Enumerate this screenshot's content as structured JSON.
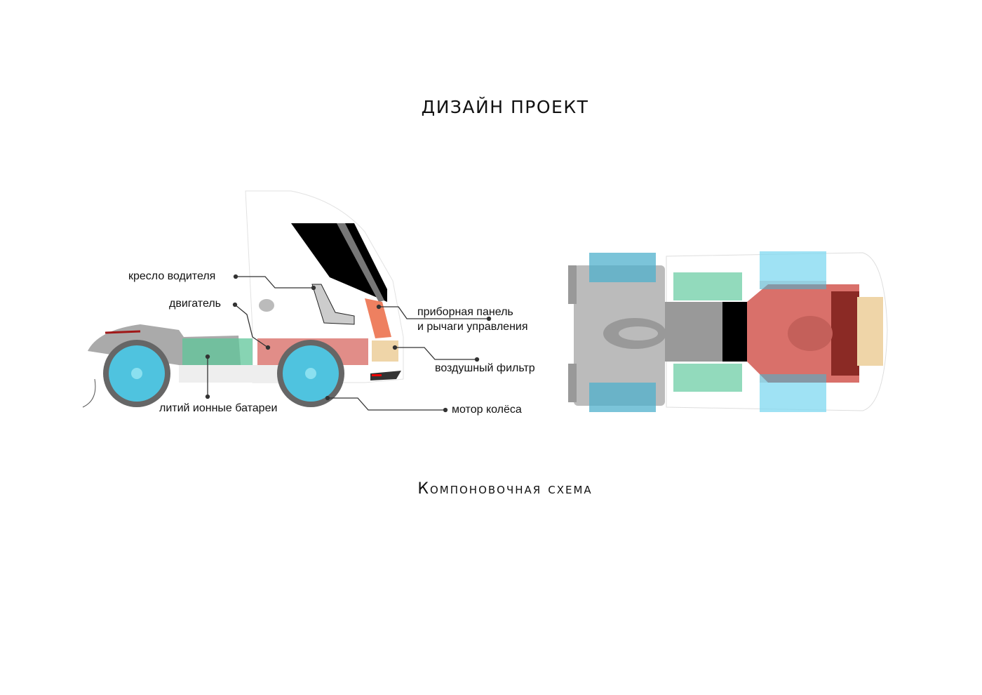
{
  "header": {
    "title": "ДИЗАЙН ПРОЕКТ"
  },
  "footer": {
    "subtitle": "Компоновочная схема"
  },
  "labels": {
    "seat": "кресло водителя",
    "engine": "двигатель",
    "dashboard_line1": "приборная панель",
    "dashboard_line2": "и рычаги управления",
    "air_filter": "воздушный фильтр",
    "batteries": "литий ионные батареи",
    "wheel_motor": "мотор колёса"
  },
  "colors": {
    "battery": "#7fd3b0",
    "engine": "#d9706a",
    "air_filter": "#efd5a8",
    "wheel": "#4fc3df",
    "dashboard": "#ee8060"
  }
}
